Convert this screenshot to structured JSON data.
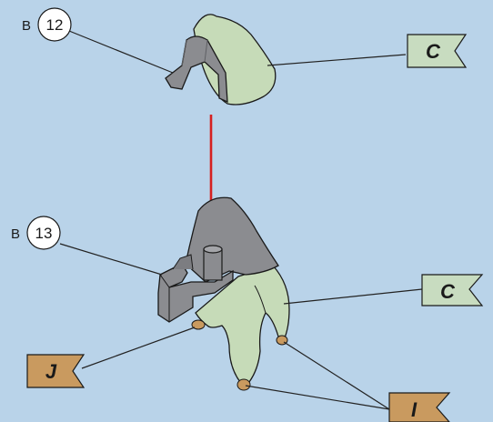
{
  "steps": [
    {
      "prefix": "B",
      "number": "12"
    },
    {
      "prefix": "B",
      "number": "13"
    }
  ],
  "flags": [
    {
      "letter": "C",
      "color": "#c8dcc0"
    },
    {
      "letter": "C",
      "color": "#c8dcc0"
    },
    {
      "letter": "J",
      "color": "#c99a5f"
    },
    {
      "letter": "I",
      "color": "#c99a5f"
    }
  ],
  "colors": {
    "background": "#b9d3e9",
    "fabric": "#c6dbb8",
    "part_gray": "#8b8c90",
    "arrow": "#d62020",
    "leader": "#222222",
    "foot": "#c99a5f"
  },
  "icons": [
    "arrow-down-icon"
  ]
}
